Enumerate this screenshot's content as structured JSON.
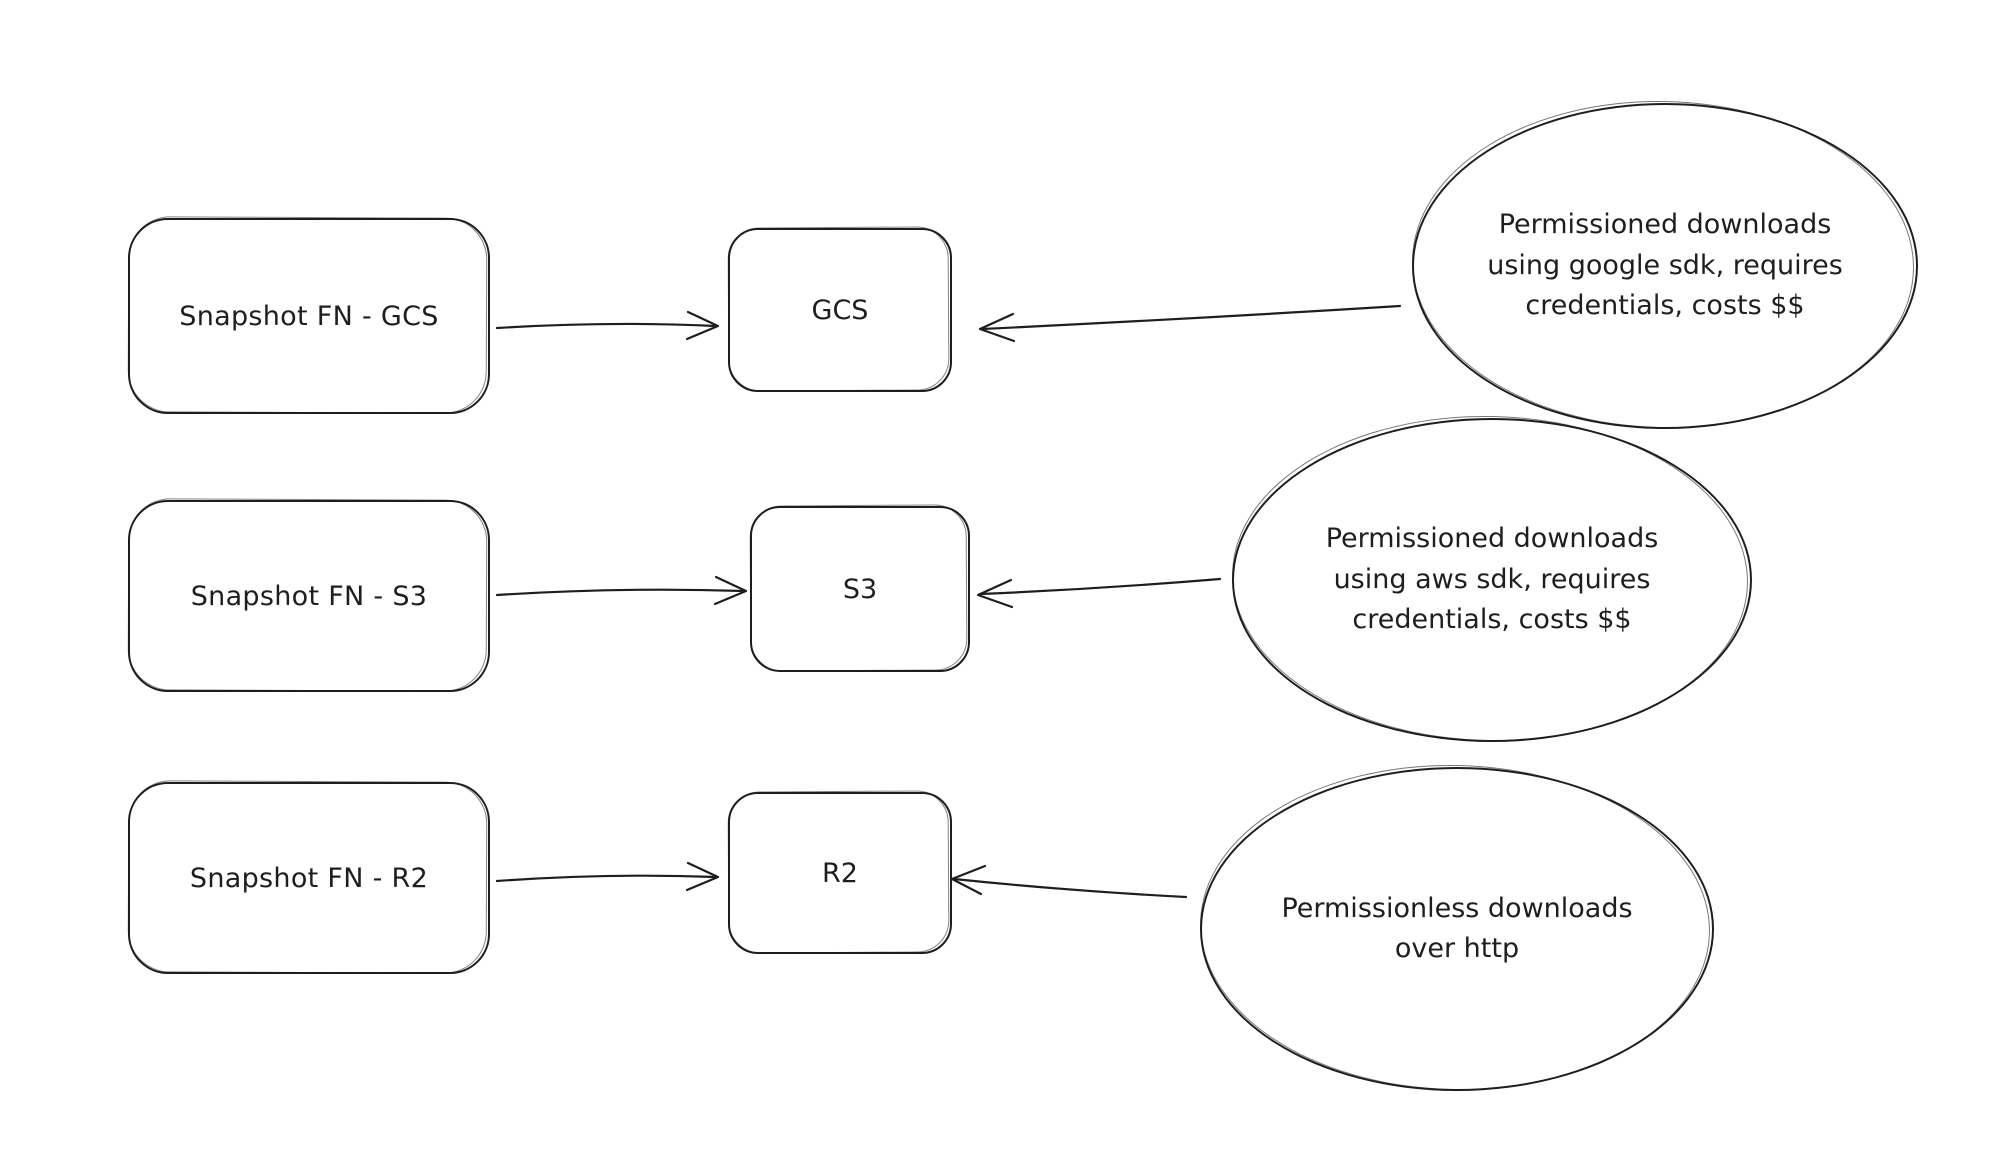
{
  "diagram": {
    "background_color": "#ffffff",
    "stroke_color": "#1e1e1e",
    "rows": [
      {
        "source_label": "Snapshot FN - GCS",
        "target_label": "GCS",
        "note": "Permissioned downloads using google sdk, requires credentials, costs $$"
      },
      {
        "source_label": "Snapshot FN - S3",
        "target_label": "S3",
        "note": "Permissioned downloads using aws sdk, requires credentials, costs $$"
      },
      {
        "source_label": "Snapshot FN - R2",
        "target_label": "R2",
        "note": "Permissionless downloads over http"
      }
    ]
  }
}
